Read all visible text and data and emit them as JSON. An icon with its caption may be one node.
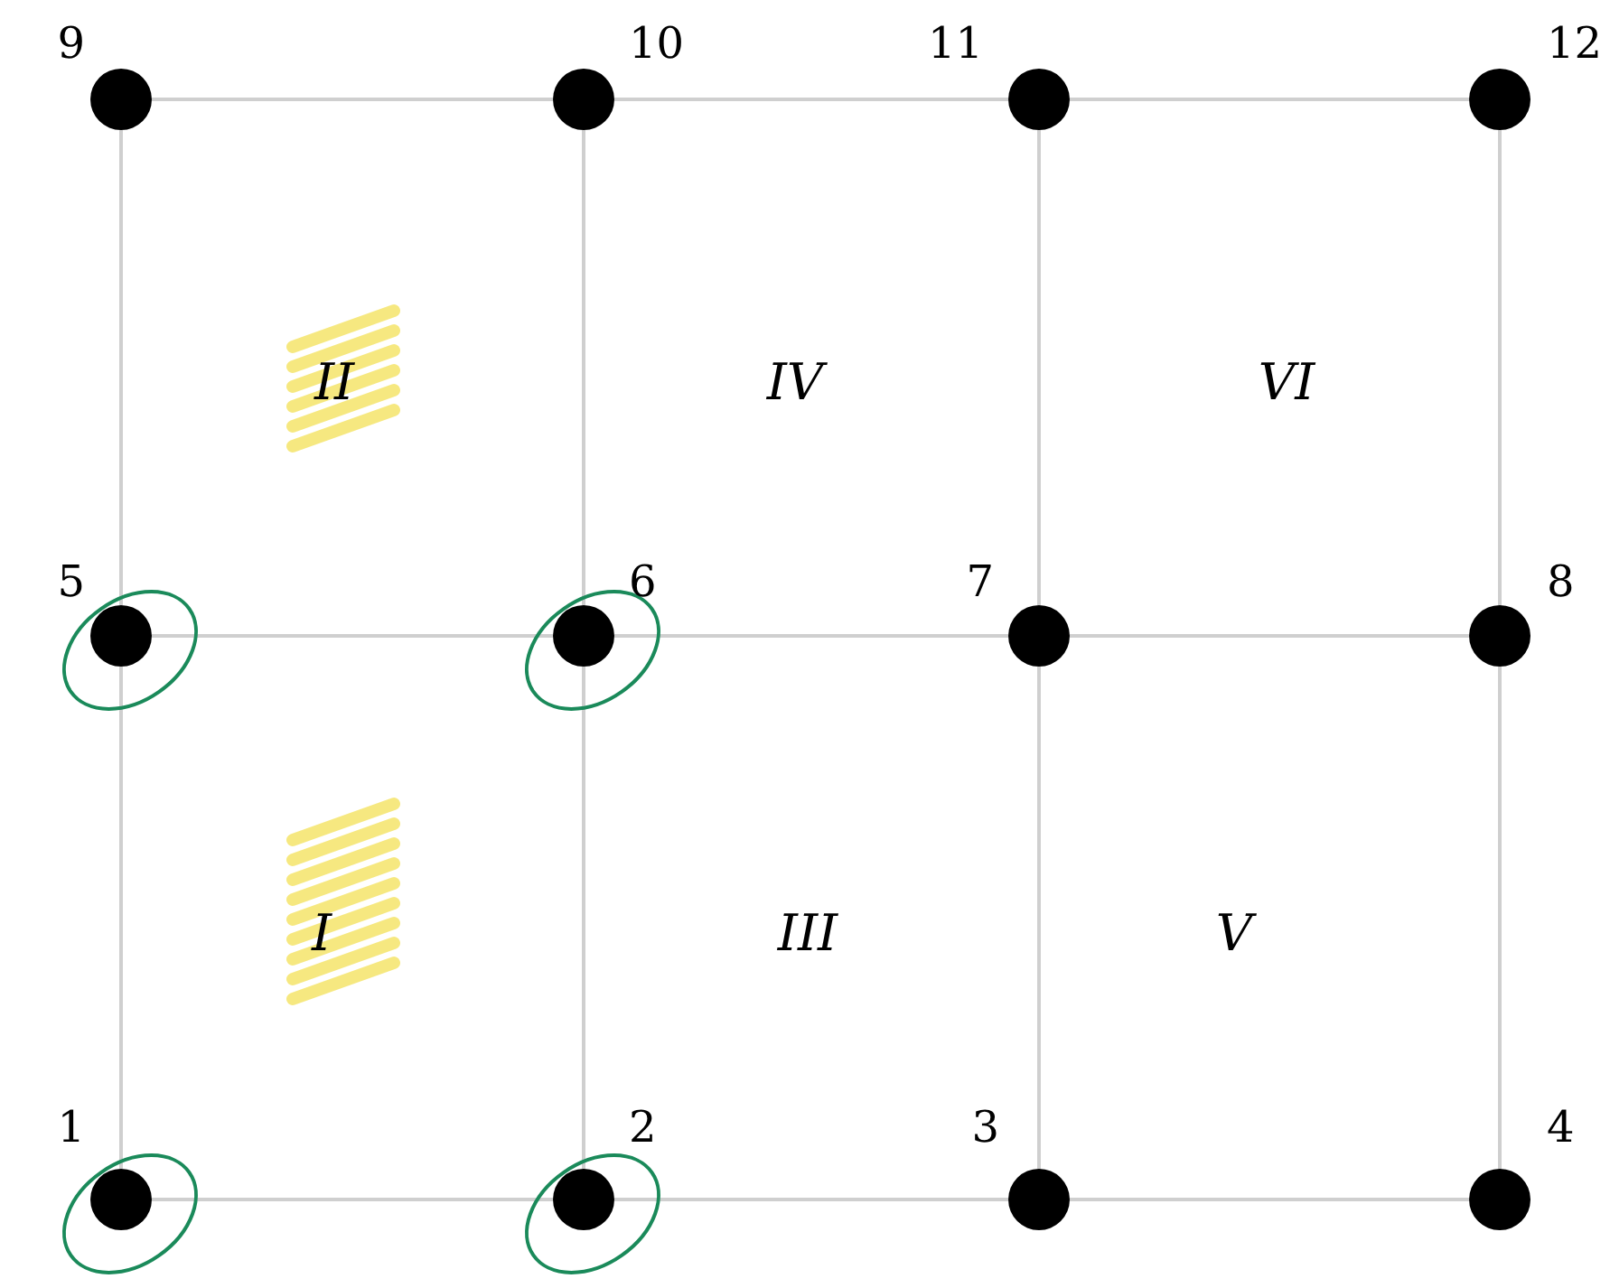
{
  "diagram": {
    "nodes": [
      {
        "text": [],
        "shape": "circle",
        "beside": [
          "9"
        ]
      },
      {
        "text": [],
        "shape": "circle",
        "beside": [
          "10"
        ]
      },
      {
        "text": [],
        "shape": "circle",
        "beside": [
          "11"
        ]
      },
      {
        "text": [],
        "shape": "circle",
        "beside": [
          "12"
        ]
      },
      {
        "text": [],
        "shape": "circle",
        "beside": [
          "5"
        ]
      },
      {
        "text": [],
        "shape": "circle",
        "beside": [
          "6"
        ]
      },
      {
        "text": [],
        "shape": "circle",
        "beside": [
          "7"
        ]
      },
      {
        "text": [],
        "shape": "circle",
        "beside": [
          "8"
        ]
      },
      {
        "text": [],
        "shape": "circle",
        "beside": [
          "1"
        ]
      },
      {
        "text": [],
        "shape": "circle",
        "beside": [
          "2"
        ]
      },
      {
        "text": [],
        "shape": "circle",
        "beside": [
          "3"
        ]
      },
      {
        "text": [],
        "shape": "circle",
        "beside": [
          "4"
        ]
      }
    ],
    "edges": [
      {
        "from": 0,
        "to": 1,
        "arrow": "none"
      },
      {
        "from": 1,
        "to": 2,
        "arrow": "none"
      },
      {
        "from": 2,
        "to": 3,
        "arrow": "none"
      },
      {
        "from": 4,
        "to": 5,
        "arrow": "none"
      },
      {
        "from": 5,
        "to": 6,
        "arrow": "none"
      },
      {
        "from": 6,
        "to": 7,
        "arrow": "none"
      },
      {
        "from": 8,
        "to": 9,
        "arrow": "none"
      },
      {
        "from": 9,
        "to": 10,
        "arrow": "none"
      },
      {
        "from": 10,
        "to": 11,
        "arrow": "none"
      },
      {
        "from": 0,
        "to": 4,
        "arrow": "none"
      },
      {
        "from": 4,
        "to": 8,
        "arrow": "none"
      },
      {
        "from": 1,
        "to": 5,
        "arrow": "none"
      },
      {
        "from": 5,
        "to": 9,
        "arrow": "none"
      },
      {
        "from": 2,
        "to": 6,
        "arrow": "none"
      },
      {
        "from": 6,
        "to": 10,
        "arrow": "none"
      },
      {
        "from": 3,
        "to": 7,
        "arrow": "none"
      },
      {
        "from": 7,
        "to": 11,
        "arrow": "none"
      }
    ],
    "labels": [
      "II",
      "IV",
      "VI",
      "I",
      "III",
      "V"
    ]
  }
}
